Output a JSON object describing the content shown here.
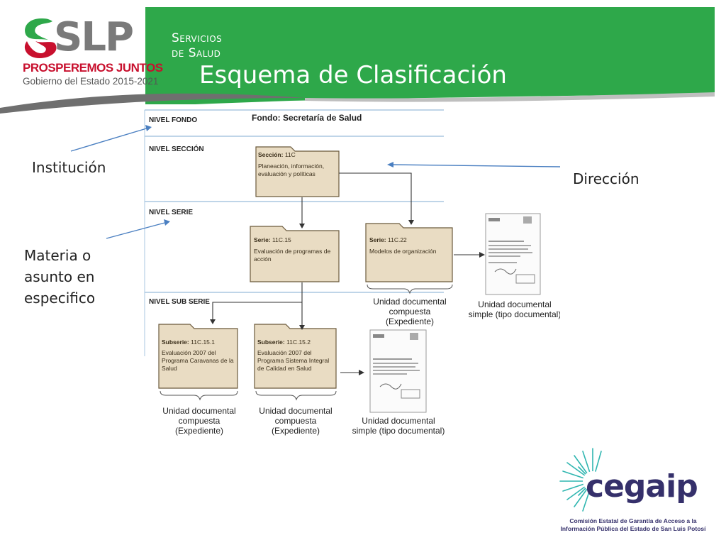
{
  "header": {
    "logo_word": "SLP",
    "slogan": "PROSPEREMOS JUNTOS",
    "government": "Gobierno del Estado 2015-2021",
    "agency_line1": "Servicios",
    "agency_line2": "de Salud",
    "title": "Esquema de Clasificación"
  },
  "colors": {
    "header_green": "#2ea84a",
    "header_gray": "#6f6f6f",
    "slogan_red": "#c8102e",
    "folder_fill": "#e9dcc3",
    "folder_stroke": "#6b5a3c",
    "arrow_blue": "#4a7fc1",
    "cegaip_purple": "#35306b",
    "cegaip_teal": "#2fb6b0"
  },
  "diagram": {
    "fondo_title": "Fondo: Secretaría de Salud",
    "levels": [
      "NIVEL FONDO",
      "NIVEL SECCIÓN",
      "NIVEL SERIE",
      "NIVEL SUB SERIE"
    ],
    "seccion": {
      "label": "Sección:",
      "code": "11C",
      "text": "Planeación, información, evaluación y políticas"
    },
    "serie1": {
      "label": "Serie:",
      "code": "11C.15",
      "text": "Evaluación de programas de acción"
    },
    "serie2": {
      "label": "Serie:",
      "code": "11C.22",
      "text": "Modelos de organización"
    },
    "subserie1": {
      "label": "Subserie:",
      "code": "11C.15.1",
      "text": "Evaluación 2007 del Programa Caravanas de la Salud"
    },
    "subserie2": {
      "label": "Subserie:",
      "code": "11C.15.2",
      "text": "Evaluación 2007 del Programa Sistema Integral de Calidad en Salud"
    },
    "caption_compuesta_exp_1": "Unidad documental compuesta (Expediente)",
    "caption_simple_1": "Unidad documental simple (tipo documental)",
    "caption_compuesta_a": "Unidad documental compuesta (Expediente)",
    "caption_compuesta_b": "Unidad documental compuesta (Expediente)",
    "caption_simple_2": "Unidad documental simple (tipo documental)"
  },
  "side_labels": {
    "institucion": "Institución",
    "direccion": "Dirección",
    "materia_1": "Materia o",
    "materia_2": "asunto en",
    "materia_3": "especifico"
  },
  "cegaip": {
    "word": "cegaip",
    "line1": "Comisión Estatal de Garantía de Acceso a la",
    "line2": "Información Pública del Estado de San Luis Potosí"
  }
}
